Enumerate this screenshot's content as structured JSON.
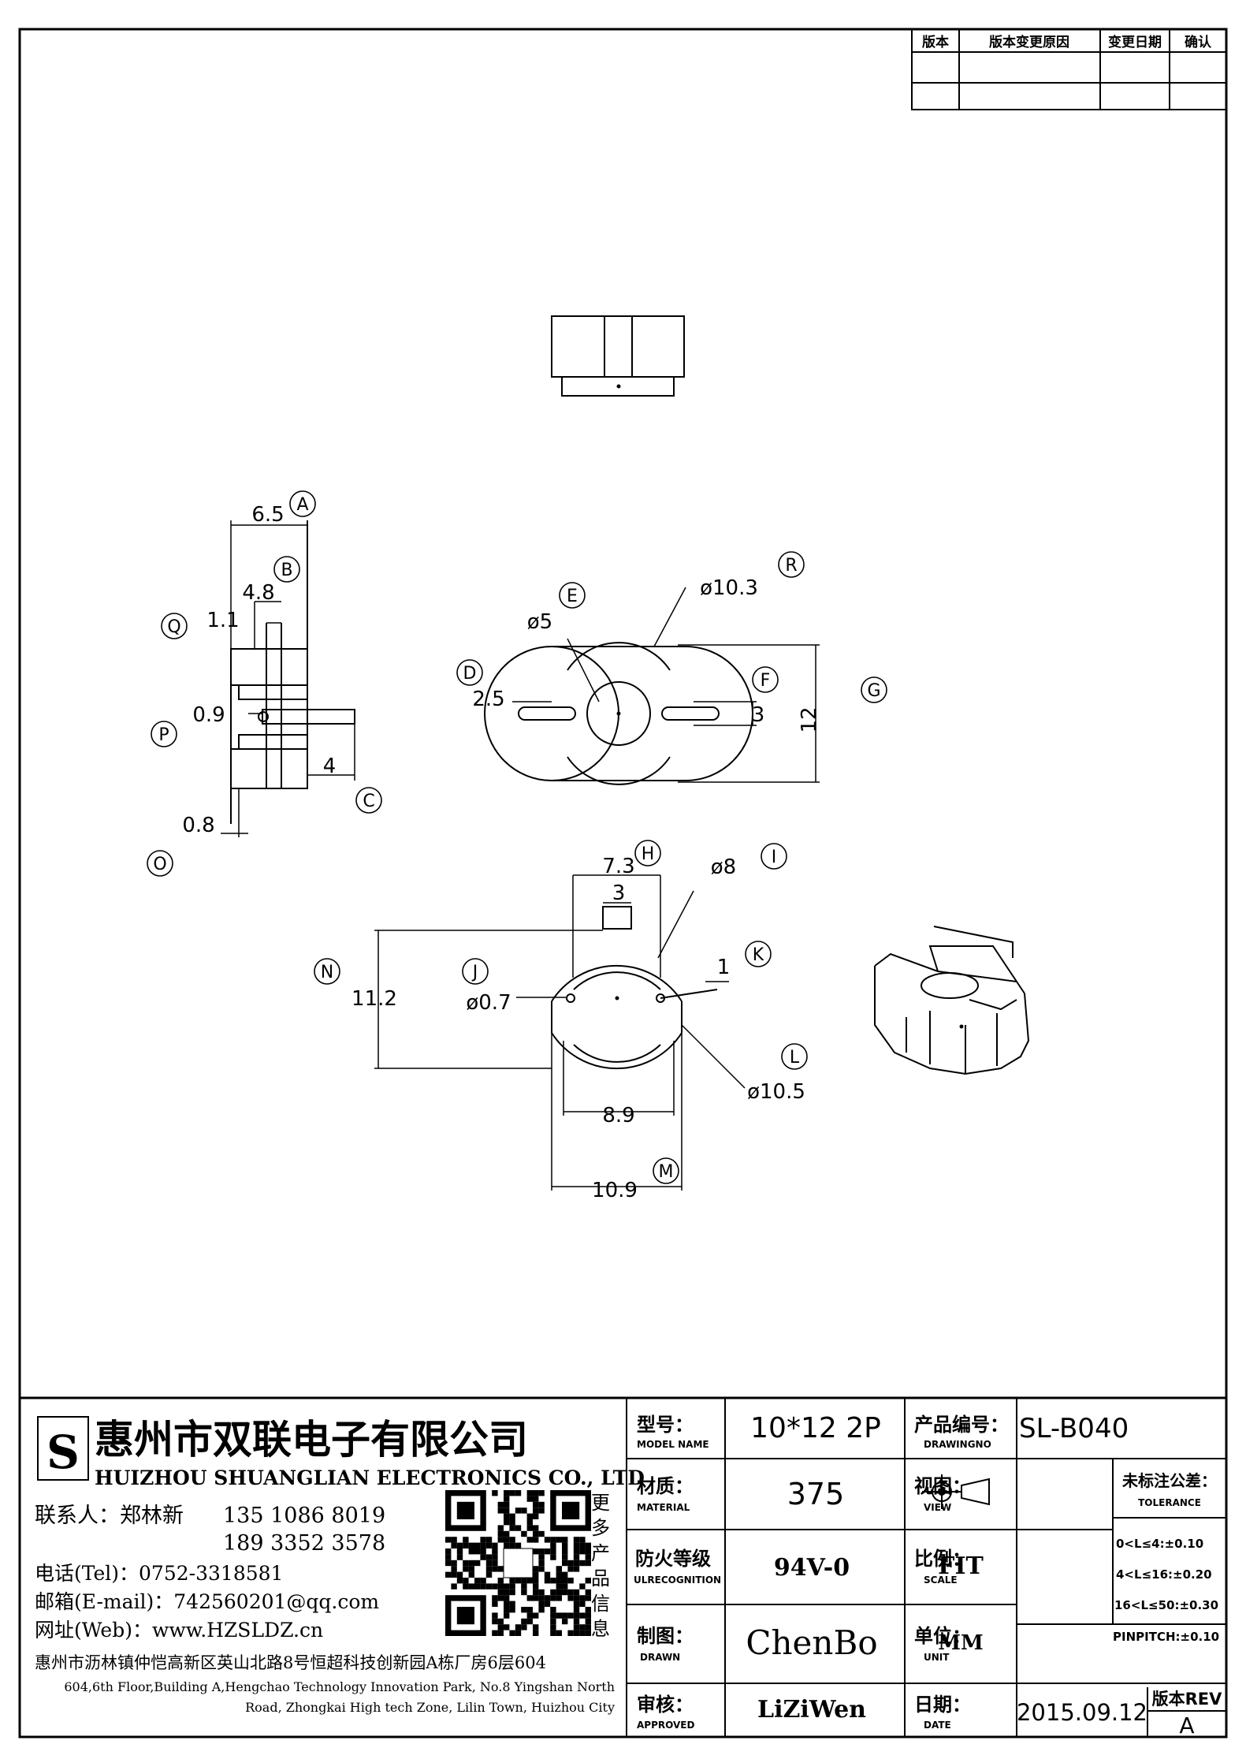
{
  "revision_table": {
    "headers": [
      "版本",
      "版本变更原因",
      "变更日期",
      "确认"
    ]
  },
  "dimensions": {
    "a": "6.5",
    "b": "4.8",
    "q": "1.1",
    "p": "0.9",
    "c": "4",
    "o": "0.8",
    "e": "ø5",
    "r": "ø10.3",
    "d": "2.5",
    "f": "3",
    "g": "12",
    "h_outer": "7.3",
    "h_inner": "3",
    "i": "ø8",
    "k": "1",
    "n": "11.2",
    "j": "ø0.7",
    "l": "ø10.5",
    "w_inner": "8.9",
    "m": "10.9"
  },
  "callouts": {
    "A": "A",
    "B": "B",
    "C": "C",
    "D": "D",
    "E": "E",
    "F": "F",
    "G": "G",
    "H": "H",
    "I": "I",
    "J": "J",
    "K": "K",
    "L": "L",
    "M": "M",
    "N": "N",
    "O": "O",
    "P": "P",
    "Q": "Q",
    "R": "R"
  },
  "company": {
    "name_cn": "惠州市双联电子有限公司",
    "name_en": "HUIZHOU SHUANGLIAN ELECTRONICS CO., LTD",
    "contact_label": "联系人：郑林新",
    "phone1": "135 1086 8019",
    "phone2": "189 3352 3578",
    "tel": "电话(Tel)：0752-3318581",
    "email": "邮箱(E-mail)：742560201@qq.com",
    "web": "网址(Web)：www.HZSLDZ.cn",
    "qr_caption": "更多产品信息",
    "address_cn": "惠州市沥林镇仲恺高新区英山北路8号恒超科技创新园A栋厂房6层604",
    "address_en_1": "604,6th Floor,Building A,Hengchao Technology Innovation Park, No.8 Yingshan North",
    "address_en_2": "Road, Zhongkai High tech Zone, Lilin Town, Huizhou City"
  },
  "title_block": {
    "model_label": "型号：",
    "model_label_en": "MODEL NAME",
    "model_value": "10*12 2P",
    "product_no_label": "产品编号：",
    "product_no_label_en": "DRAWINGNO",
    "product_no_value": "SL-B040",
    "material_label": "材质：",
    "material_label_en": "MATERIAL",
    "material_value": "375",
    "view_label": "视图：",
    "view_label_en": "VIEW",
    "tolerance_label": "未标注公差：",
    "tolerance_label_en": "TOLERANCE",
    "fire_label": "防火等级",
    "fire_label_en": "ULRECOGNITION",
    "fire_value": "94V-0",
    "scale_label": "比例：",
    "scale_label_en": "SCALE",
    "scale_value": "FIT",
    "tol1": "0<L≤4:±0.10",
    "tol2": "4<L≤16:±0.20",
    "tol3": "16<L≤50:±0.30",
    "tol4": "PINPITCH:±0.10",
    "drawn_label": "制图：",
    "drawn_label_en": "DRAWN",
    "drawn_value": "ChenBo",
    "unit_label": "单位：",
    "unit_label_en": "UNIT",
    "unit_value": "MM",
    "approved_label": "审核：",
    "approved_label_en": "APPROVED",
    "approved_value": "LiZiWen",
    "date_label": "日期：",
    "date_label_en": "DATE",
    "date_value": "2015.09.12",
    "rev_label": "版本REV",
    "rev_value": "A"
  }
}
